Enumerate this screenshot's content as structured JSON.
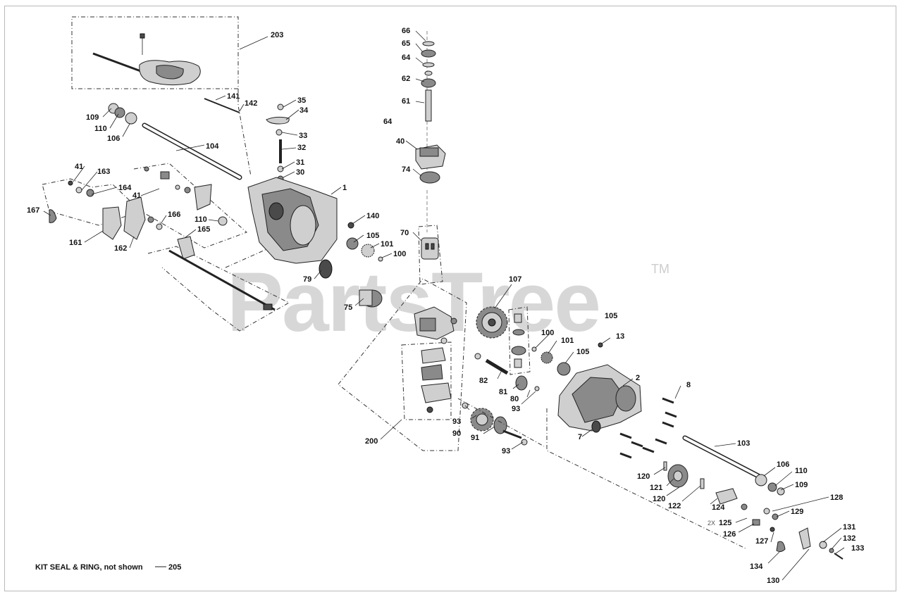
{
  "watermark": {
    "text": "PartsTree",
    "tm": "TM"
  },
  "footer": {
    "kit_note": "KIT SEAL & RING, not shown",
    "kit_part": "205"
  },
  "multiplier": "2X",
  "callouts": [
    "203",
    "141",
    "142",
    "35",
    "34",
    "33",
    "32",
    "31",
    "30",
    "109",
    "110",
    "106",
    "104",
    "41",
    "163",
    "164",
    "41",
    "167",
    "161",
    "162",
    "166",
    "110",
    "165",
    "1",
    "140",
    "105",
    "101",
    "100",
    "79",
    "75",
    "70",
    "66",
    "65",
    "64",
    "62",
    "61",
    "64",
    "40",
    "74",
    "107",
    "105",
    "100",
    "101",
    "105",
    "13",
    "82",
    "81",
    "80",
    "93",
    "2",
    "8",
    "93",
    "90",
    "91",
    "93",
    "7",
    "103",
    "106",
    "110",
    "109",
    "120",
    "121",
    "120",
    "122",
    "124",
    "128",
    "129",
    "2X",
    "125",
    "126",
    "127",
    "131",
    "132",
    "133",
    "134",
    "130",
    "200"
  ]
}
